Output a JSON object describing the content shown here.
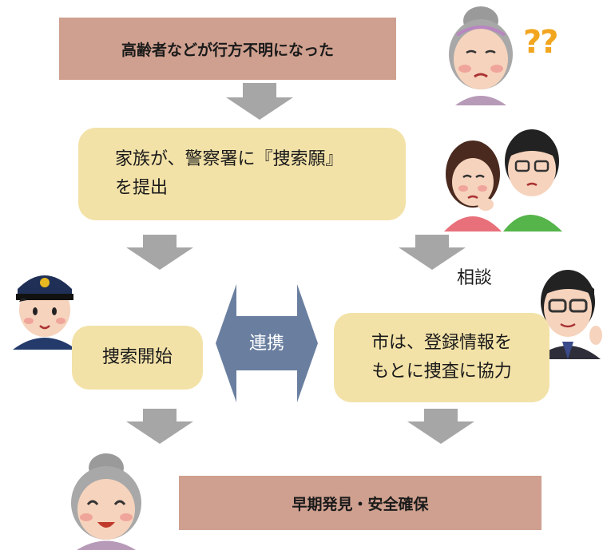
{
  "top_box": {
    "text": "高齢者などが行方不明になった"
  },
  "question_marks": "??",
  "family_box": {
    "line1": "家族が、警察署に『捜索願』",
    "line2": "を提出"
  },
  "consult_label": "相談",
  "search_box": {
    "text": "捜索開始"
  },
  "link_label": "連携",
  "city_box": {
    "line1": "市は、登録情報を",
    "line2": "もとに捜査に協力"
  },
  "bottom_box": {
    "text": "早期発見・安全確保"
  },
  "colors": {
    "dark_box": "#cfa08f",
    "light_box": "#f3e2a8",
    "arrow_gray": "#a6a6a6",
    "link_arrow": "#6a7fa0",
    "question_orange": "#f2a51f"
  }
}
